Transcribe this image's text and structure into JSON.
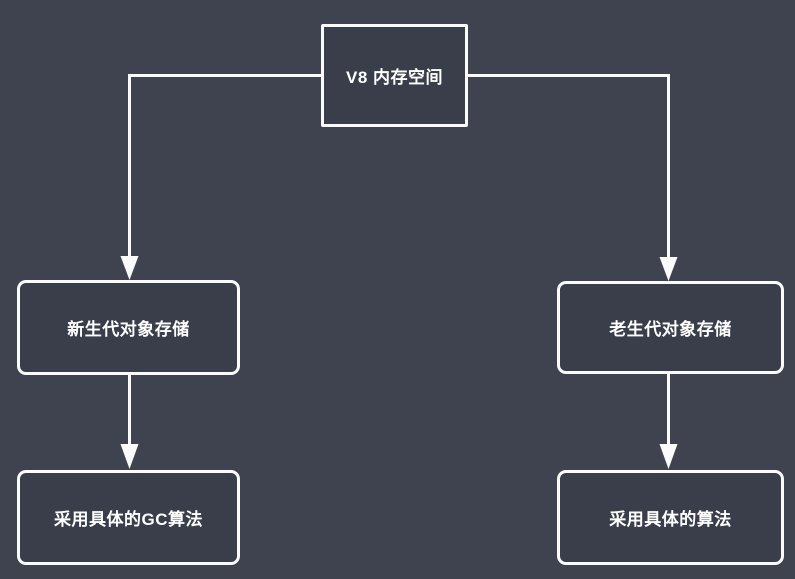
{
  "diagram": {
    "type": "flowchart",
    "colors": {
      "background": "#3f4350",
      "node_fill": "#3a3e4a",
      "stroke": "#fbfbfc",
      "text": "#ffffff"
    },
    "nodes": [
      {
        "id": "root",
        "label": "V8 内存空间"
      },
      {
        "id": "new-gen",
        "label": "新生代对象存储"
      },
      {
        "id": "old-gen",
        "label": "老生代对象存储"
      },
      {
        "id": "gc-algo",
        "label": "采用具体的GC算法"
      },
      {
        "id": "algo",
        "label": "采用具体的算法"
      }
    ],
    "edges": [
      {
        "from": "root",
        "to": "new-gen",
        "arrow": "down"
      },
      {
        "from": "root",
        "to": "old-gen",
        "arrow": "down"
      },
      {
        "from": "new-gen",
        "to": "gc-algo",
        "arrow": "down"
      },
      {
        "from": "old-gen",
        "to": "algo",
        "arrow": "down"
      }
    ]
  }
}
